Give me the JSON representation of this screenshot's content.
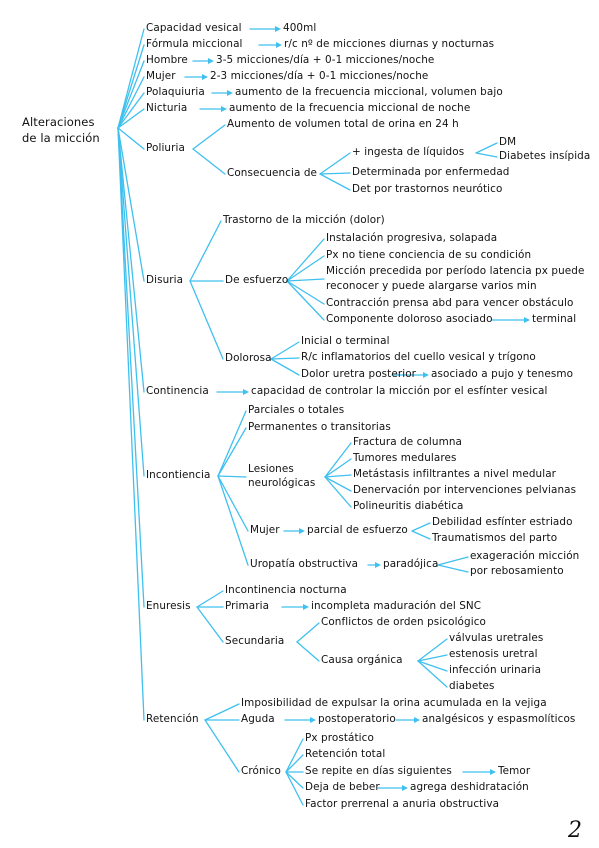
{
  "root": {
    "line1": "Alteraciones",
    "line2": "de la micción"
  },
  "nodes": {
    "capacidad": "Capacidad vesical",
    "capacidad_val": "400ml",
    "formula": "Fórmula miccional",
    "formula_val": "r/c nº de micciones diurnas y nocturnas",
    "hombre": "Hombre",
    "hombre_val": "3-5 micciones/día + 0-1 micciones/noche",
    "mujer": "Mujer",
    "mujer_val": "2-3 micciones/día + 0-1 micciones/noche",
    "polaquiuria": "Polaquiuria",
    "polaquiuria_val": "aumento de la frecuencia miccional, volumen bajo",
    "nicturia": "Nicturia",
    "nicturia_val": "aumento de la frecuencia miccional de noche",
    "poliuria": "Poliuria",
    "poliuria_a": "Aumento de volumen total de orina en 24 h",
    "poliuria_cons": "Consecuencia de",
    "poliuria_c1": "+ ingesta de líquidos",
    "poliuria_c1a": "DM",
    "poliuria_c1b": "Diabetes insípida",
    "poliuria_c2": "Determinada por enfermedad",
    "poliuria_c3": "Det por trastornos neurótico",
    "disuria": "Disuria",
    "disuria_a": "Trastorno de la micción (dolor)",
    "disuria_esf": "De esfuerzo",
    "disuria_e1": "Instalación progresiva, solapada",
    "disuria_e2": "Px no tiene conciencia de su condición",
    "disuria_e3a": "Micción precedida por período latencia px puede",
    "disuria_e3b": "reconocer y puede alargarse varios min",
    "disuria_e4": "Contracción prensa abd para vencer obstáculo",
    "disuria_e5": "Componente doloroso asociado",
    "disuria_e5v": "terminal",
    "disuria_dol": "Dolorosa",
    "disuria_d1": "Inicial o terminal",
    "disuria_d2": "R/c inflamatorios del cuello vesical y trígono",
    "disuria_d3": "Dolor uretra posterior",
    "disuria_d3v": "asociado a pujo y tenesmo",
    "continencia": "Continencia",
    "continencia_val": "capacidad de controlar la micción por el esfínter vesical",
    "incont": "Incontiencia",
    "incont_a": "Parciales o totales",
    "incont_b": "Permanentes o transitorias",
    "incont_les1": "Lesiones",
    "incont_les2": "neurológicas",
    "incont_l1": "Fractura de columna",
    "incont_l2": "Tumores medulares",
    "incont_l3": "Metástasis infiltrantes a nivel medular",
    "incont_l4": "Denervación por intervenciones pelvianas",
    "incont_l5": "Polineuritis diabética",
    "incont_mujer": "Mujer",
    "incont_mujer_v": "parcial de esfuerzo",
    "incont_m1": "Debilidad esfínter estriado",
    "incont_m2": "Traumatismos del parto",
    "incont_uro": "Uropatía obstructiva",
    "incont_uro_v": "paradójica",
    "incont_uro_v2a": "exageración micción",
    "incont_uro_v2b": "por rebosamiento",
    "enuresis": "Enuresis",
    "enuresis_a": "Incontinencia nocturna",
    "enuresis_prim": "Primaria",
    "enuresis_prim_v": "incompleta maduración del SNC",
    "enuresis_sec": "Secundaria",
    "enuresis_s1": "Conflictos de orden psicológico",
    "enuresis_org": "Causa orgánica",
    "enuresis_o1": "válvulas uretrales",
    "enuresis_o2": "estenosis uretral",
    "enuresis_o3": "infección urinaria",
    "enuresis_o4": "diabetes",
    "retencion": "Retención",
    "retencion_a": "Imposibilidad de expulsar la orina acumulada en la vejiga",
    "retencion_ag": "Aguda",
    "retencion_ag_v": "postoperatorio",
    "retencion_ag_v2": "analgésicos y espasmolíticos",
    "retencion_cr": "Crónico",
    "retencion_c1": "Px prostático",
    "retencion_c2": "Retención total",
    "retencion_c3": "Se repite en días siguientes",
    "retencion_c3v": "Temor",
    "retencion_c4": "Deja de beber",
    "retencion_c4v": "agrega deshidratación",
    "retencion_c5": "Factor prerrenal a anuria obstructiva"
  },
  "page_number": "2",
  "colors": {
    "connector": "#3fc0ef",
    "text": "#111111",
    "background": "#ffffff"
  }
}
